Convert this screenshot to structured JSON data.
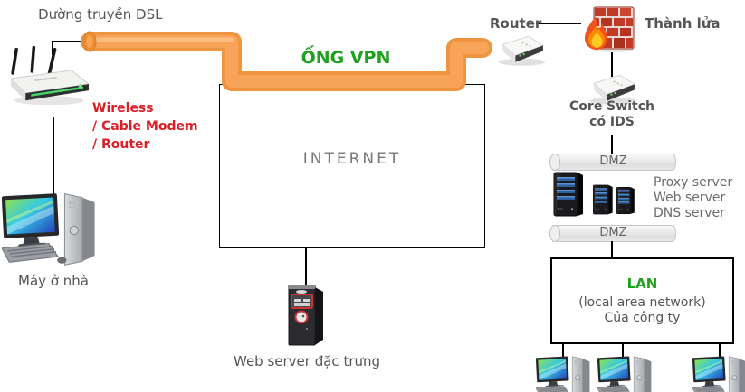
{
  "diagram_title": "VPN network diagram",
  "colors": {
    "pipe_orange": "#F4A04E",
    "pipe_orange_light": "#F9B068",
    "vpn_green": "#1FA01F",
    "lan_green": "#1FA01F",
    "alert_red": "#DC1F26",
    "label_gray": "#555555",
    "muted_gray": "#6B6B6B",
    "line_black": "#000000"
  },
  "labels": {
    "dsl_line": "Đường truyền DSL",
    "modem_line1": "Wireless",
    "modem_line2": "/ Cable Modem",
    "modem_line3": "/ Router",
    "vpn_tunnel": "ỐNG VPN",
    "internet": "INTERNET",
    "home_pc": "Máy ở nhà",
    "web_server_caption": "Web server đặc trưng",
    "router": "Router",
    "firewall": "Thành lửa",
    "core_switch_line1": "Core Switch",
    "core_switch_line2": "có IDS",
    "dmz_top": "DMZ",
    "dmz_bottom": "DMZ"
  },
  "server_list": [
    "Proxy server",
    "Web server",
    "DNS server"
  ],
  "lan": {
    "title": "LAN",
    "subtitle": "(local area network)",
    "owner": "Của công ty"
  }
}
